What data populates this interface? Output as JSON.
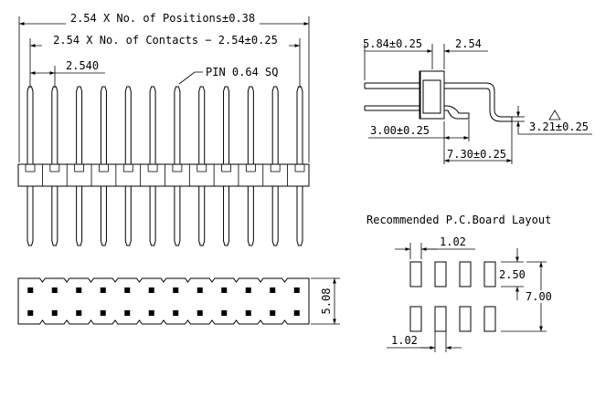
{
  "front_view": {
    "dim_overall": "2.54 X No. of Positions±0.38",
    "dim_contacts": "2.54 X No. of Contacts − 2.54±0.25",
    "dim_pitch": "2.540",
    "pin_label": "PIN 0.64 SQ",
    "pin_count": 12
  },
  "top_view": {
    "dim_height": "5.08",
    "pin_count": 12,
    "rows": 2
  },
  "side_view": {
    "dim_a": "5.84±0.25",
    "dim_b": "2.54",
    "dim_c": "3.00±0.25",
    "dim_d": "7.30±0.25",
    "dim_e": "3.21±0.25",
    "note_symbol": "△"
  },
  "pcb_layout": {
    "title": "Recommended P.C.Board Layout",
    "dim_width_top": "1.02",
    "dim_width_bottom": "1.02",
    "dim_pad_height": "2.50",
    "dim_row_span": "7.00",
    "pad_columns": 4
  }
}
